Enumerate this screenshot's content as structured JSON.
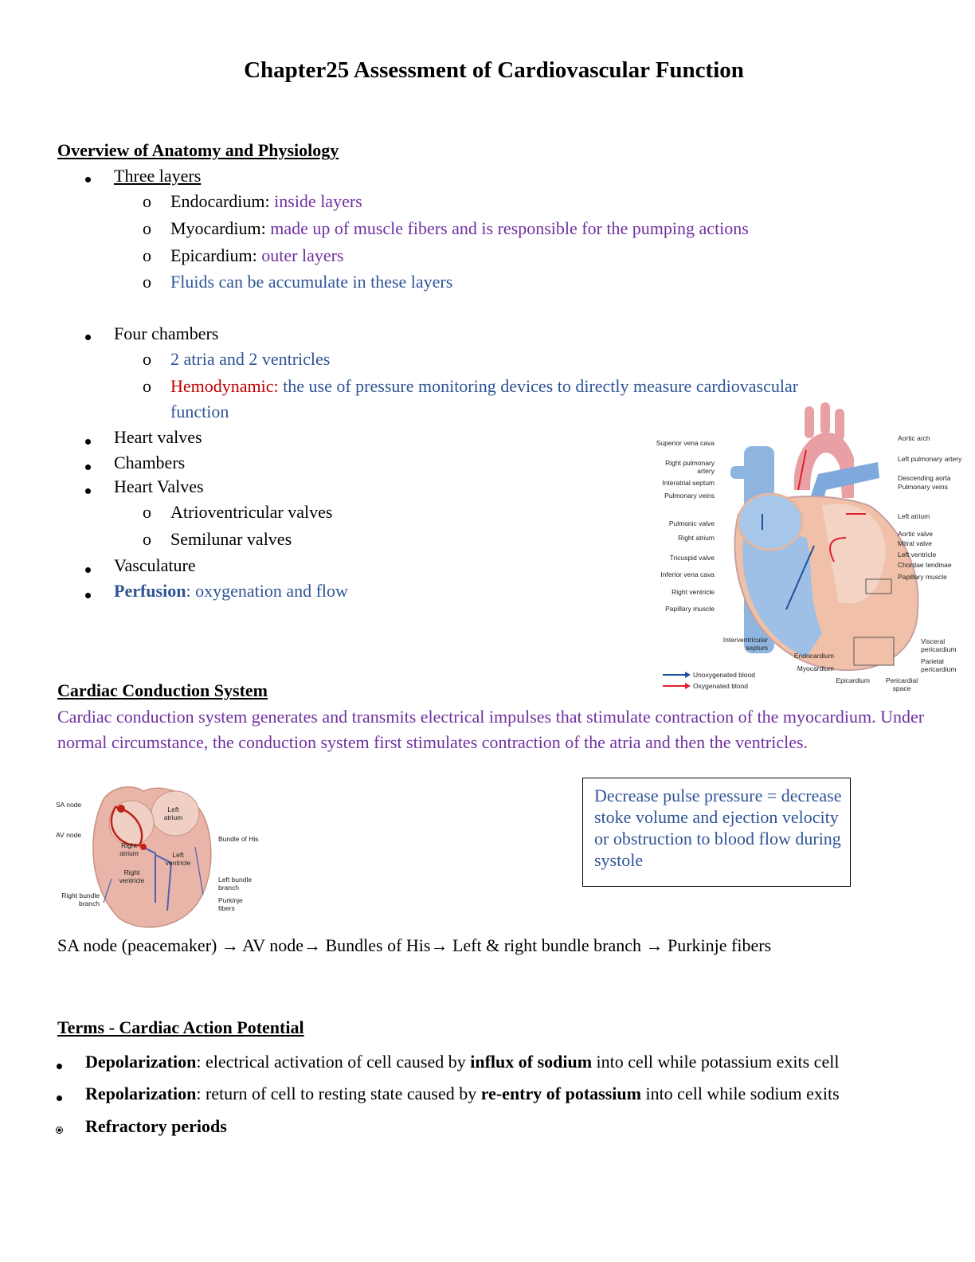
{
  "title": "Chapter25 Assessment of Cardiovascular Function",
  "sections": {
    "overview": {
      "heading": "Overview of Anatomy and Physiology",
      "three_layers": {
        "label": "Three layers",
        "items": [
          {
            "term": "Endocardium: ",
            "desc": "inside layers"
          },
          {
            "term": "Myocardium: ",
            "desc": "made up of muscle fibers and is responsible for the pumping actions"
          },
          {
            "term": "Epicardium: ",
            "desc": "outer layers"
          },
          {
            "term": "",
            "desc": "Fluids can be accumulate in these layers"
          }
        ]
      },
      "four_chambers": {
        "label": "Four chambers",
        "items": [
          {
            "desc": "2 atria and 2 ventricles"
          },
          {
            "term": "Hemodynamic:",
            "desc": " the use of pressure monitoring devices to directly measure cardiovascular",
            "desc_cont": "function"
          }
        ]
      },
      "bullets": [
        "Heart valves",
        "Chambers",
        "Heart Valves"
      ],
      "heart_valves_sub": [
        "Atrioventricular valves",
        "Semilunar valves"
      ],
      "vasculature": "Vasculature",
      "perfusion": {
        "term": "Perfusion",
        "desc": ": oxygenation and flow"
      }
    },
    "conduction": {
      "heading": "Cardiac Conduction System",
      "paragraph": "Cardiac conduction system generates and transmits electrical impulses that stimulate contraction of the myocardium. Under normal circumstance, the conduction system first stimulates contraction of the atria and then the ventricles.",
      "callout": "Decrease pulse pressure = decrease stoke volume and ejection velocity or obstruction to blood flow during systole",
      "pathway": [
        "SA node (peacemaker) ",
        " AV node",
        " Bundles of His",
        " Left & right bundle branch ",
        " Purkinje fibers"
      ],
      "arrow_glyph": "→"
    },
    "terms": {
      "heading": "Terms - Cardiac Action Potential",
      "items": [
        {
          "term": "Depolarization",
          "pre": ": electrical activation of cell caused by ",
          "bold": "influx of sodium",
          "post": " into cell while potassium exits cell"
        },
        {
          "term": "Repolarization",
          "pre": ": return of cell to resting state caused by ",
          "bold": "re-entry of potassium",
          "post": " into cell while sodium exits"
        },
        {
          "term": "Refractory periods"
        }
      ]
    }
  },
  "figures": {
    "heart_anatomy": {
      "left_labels": [
        "Superior vena cava",
        "Right pulmonary artery",
        "Interatrial septum",
        "Pulmonary veins",
        "Pulmonic valve",
        "Right atrium",
        "Tricuspid valve",
        "Inferior vena cava",
        "Right ventricle",
        "Papillary muscle"
      ],
      "right_labels": [
        "Aortic arch",
        "Left pulmonary artery",
        "Descending aorta",
        "Pulmonary veins",
        "Left atrium",
        "Aortic valve",
        "Mitral valve",
        "Left ventricle",
        "Chordae tendinae",
        "Papillary muscle"
      ],
      "bottom_labels": [
        "Interventricular septum",
        "Endocardium",
        "Myocardium",
        "Epicardium",
        "Pericardial space",
        "Visceral pericardium",
        "Parietal pericardium"
      ],
      "legend": [
        {
          "label": "Unoxygenated blood",
          "color": "#1f4e9c"
        },
        {
          "label": "Oxygenated blood",
          "color": "#e0202a"
        }
      ]
    },
    "conduction_heart": {
      "labels": [
        "SA node",
        "AV node",
        "Right bundle branch",
        "Left atrium",
        "Right atrium",
        "Left ventricle",
        "Right ventricle",
        "Bundle of His",
        "Left bundle branch",
        "Purkinje fibers"
      ]
    }
  },
  "colors": {
    "purple": "#7030a0",
    "blue": "#2f5496",
    "red": "#c00000"
  }
}
